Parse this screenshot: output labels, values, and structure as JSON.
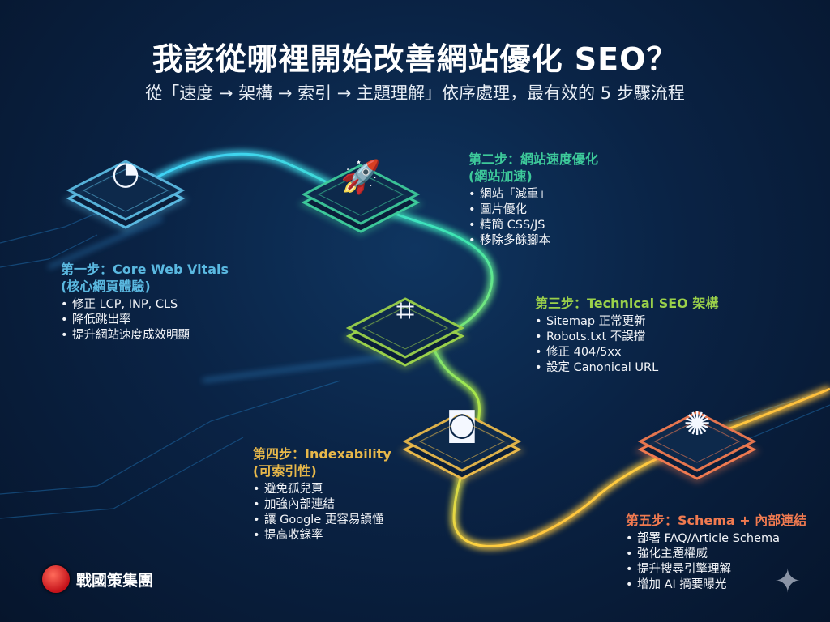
{
  "header": {
    "title": "我該從哪裡開始改善網站優化 SEO？",
    "subtitle": "從「速度 → 架構 → 索引 → 主題理解」依序處理，最有效的 5 步驟流程"
  },
  "steps": [
    {
      "title": "第一步：Core Web Vitals",
      "subtitle": "(核心網頁體驗)",
      "icon": "speedometer-icon",
      "color": "#5ab8e0",
      "items": [
        "修正 LCP, INP, CLS",
        "降低跳出率",
        "提升網站速度成效明顯"
      ]
    },
    {
      "title": "第二步：網站速度優化",
      "subtitle": "(網站加速)",
      "icon": "rocket-icon",
      "color": "#3dc99a",
      "items": [
        "網站「減重」",
        "圖片優化",
        "精簡 CSS/JS",
        "移除多餘腳本"
      ]
    },
    {
      "title": "第三步：Technical SEO 架構",
      "subtitle": "",
      "icon": "sitemap-blueprint-icon",
      "color": "#9ad04a",
      "items": [
        "Sitemap 正常更新",
        "Robots.txt 不誤擋",
        "修正 404/5xx",
        "設定 Canonical URL"
      ]
    },
    {
      "title": "第四步：Indexability",
      "subtitle": "(可索引性)",
      "icon": "robot-browser-icon",
      "color": "#e8b84a",
      "items": [
        "避免孤兒頁",
        "加強內部連結",
        "讓 Google 更容易讀懂",
        "提高收錄率"
      ]
    },
    {
      "title": "第五步：Schema + 內部連結",
      "subtitle": "",
      "icon": "brain-network-icon",
      "color": "#f07a50",
      "items": [
        "部署 FAQ/Article Schema",
        "強化主題權威",
        "提升搜尋引擎理解",
        "增加 AI 摘要曝光"
      ]
    }
  ],
  "branding": {
    "logo_text": "戰國策集團",
    "logo_icon": "red-sphere-logo",
    "corner_icon": "sparkle-icon"
  }
}
